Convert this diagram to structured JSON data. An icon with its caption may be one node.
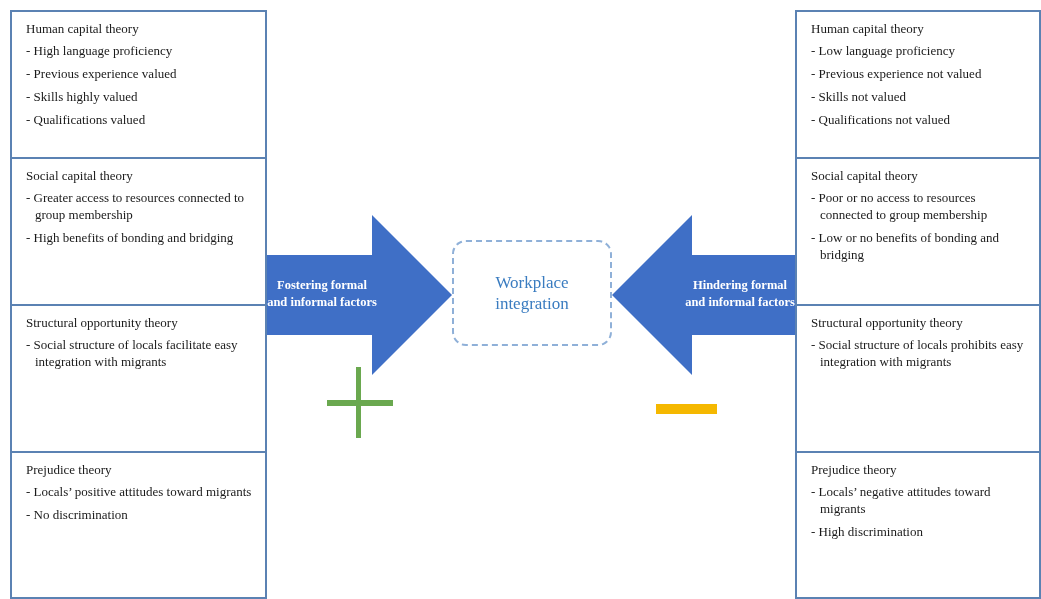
{
  "diagram": {
    "nodes": [
      {
        "text": [
          "Human capital theory",
          "- High language proficiency",
          "- Previous experience valued",
          "- Skills highly valued",
          "- Qualifications valued"
        ]
      },
      {
        "text": [
          "Social capital theory",
          "- Greater access to resources connected to group membership",
          "- High benefits of bonding and bridging"
        ]
      },
      {
        "text": [
          "Structural opportunity theory",
          "- Social structure of locals facilitate easy integration with migrants"
        ]
      },
      {
        "text": [
          "Prejudice theory",
          "- Locals’ positive attitudes toward migrants",
          "- No discrimination"
        ]
      },
      {
        "text": [
          "Workplace integration"
        ]
      },
      {
        "text": [
          "Human capital theory",
          "- Low language proficiency",
          "- Previous experience not valued",
          "- Skills not valued",
          "- Qualifications not valued"
        ]
      },
      {
        "text": [
          "Social capital theory",
          "- Poor or no access to resources connected to group membership",
          "- Low or no benefits of bonding and bridging"
        ]
      },
      {
        "text": [
          "Structural opportunity theory",
          "- Social structure of locals prohibits easy integration with migrants"
        ]
      },
      {
        "text": [
          "Prejudice theory",
          "- Locals’ negative attitudes toward migrants",
          "- High discrimination"
        ]
      }
    ],
    "edges": [
      {
        "from": 1,
        "to": 4,
        "arrow": "to",
        "label": "Fostering formal and informal factors",
        "color": "#3f6fc6"
      },
      {
        "from": 6,
        "to": 4,
        "arrow": "to",
        "label": "Hindering formal and informal factors",
        "color": "#3f6fc6"
      }
    ]
  }
}
